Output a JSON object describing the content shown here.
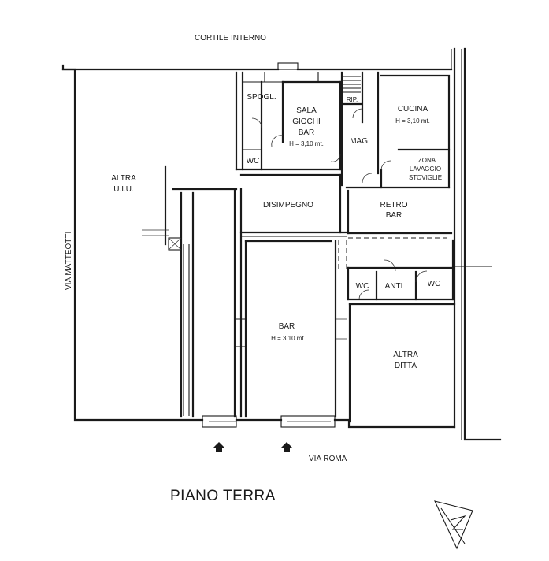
{
  "streets": {
    "courtyard": "CORTILE INTERNO",
    "via_matteotti": "VIA MATTEOTTI",
    "via_roma": "VIA ROMA"
  },
  "rooms": {
    "altra_uiu": [
      "ALTRA",
      "U.I.U."
    ],
    "spogliatoio": "SPOGL.",
    "wc_spogliatoio": "WC",
    "sala_giochi": [
      "SALA",
      "GIOCHI",
      "BAR"
    ],
    "sala_giochi_height": "H = 3,10 mt.",
    "rip": "RIP.",
    "magazzino": "MAG.",
    "cucina": "CUCINA",
    "cucina_height": "H = 3,10 mt.",
    "zona_lavaggio": [
      "ZONA",
      "LAVAGGIO",
      "STOVIGLIE"
    ],
    "disimpegno": "DISIMPEGNO",
    "retro_bar": [
      "RETRO",
      "BAR"
    ],
    "wc_left": "WC",
    "anti": "ANTI",
    "wc_right": "WC",
    "bar": "BAR",
    "bar_height": "H = 3,10 mt.",
    "altra_ditta": [
      "ALTRA",
      "DITTA"
    ]
  },
  "title": "PIANO TERRA"
}
